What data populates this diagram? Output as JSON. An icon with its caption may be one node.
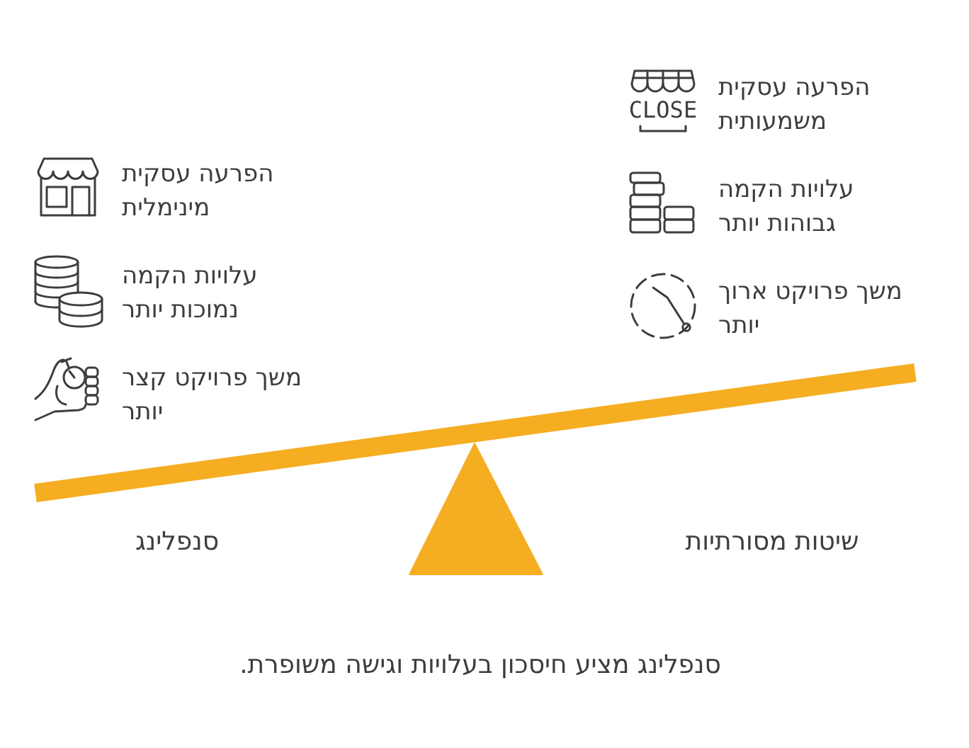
{
  "diagram": {
    "caption": "סנפלינג מציע חיסכון בעלויות וגישה משופרת.",
    "labels": [
      "CLOSE",
      "הפרעה עסקית משמעותית",
      "עלויות הקמה גבוהות יותר",
      "משך פרויקט ארוך יותר",
      "הפרעה עסקית מינימלית",
      "עלויות הקמה נמוכות יותר",
      "משך פרויקט קצר יותר",
      "שיטות מסורתיות",
      "סנפלינג"
    ]
  }
}
